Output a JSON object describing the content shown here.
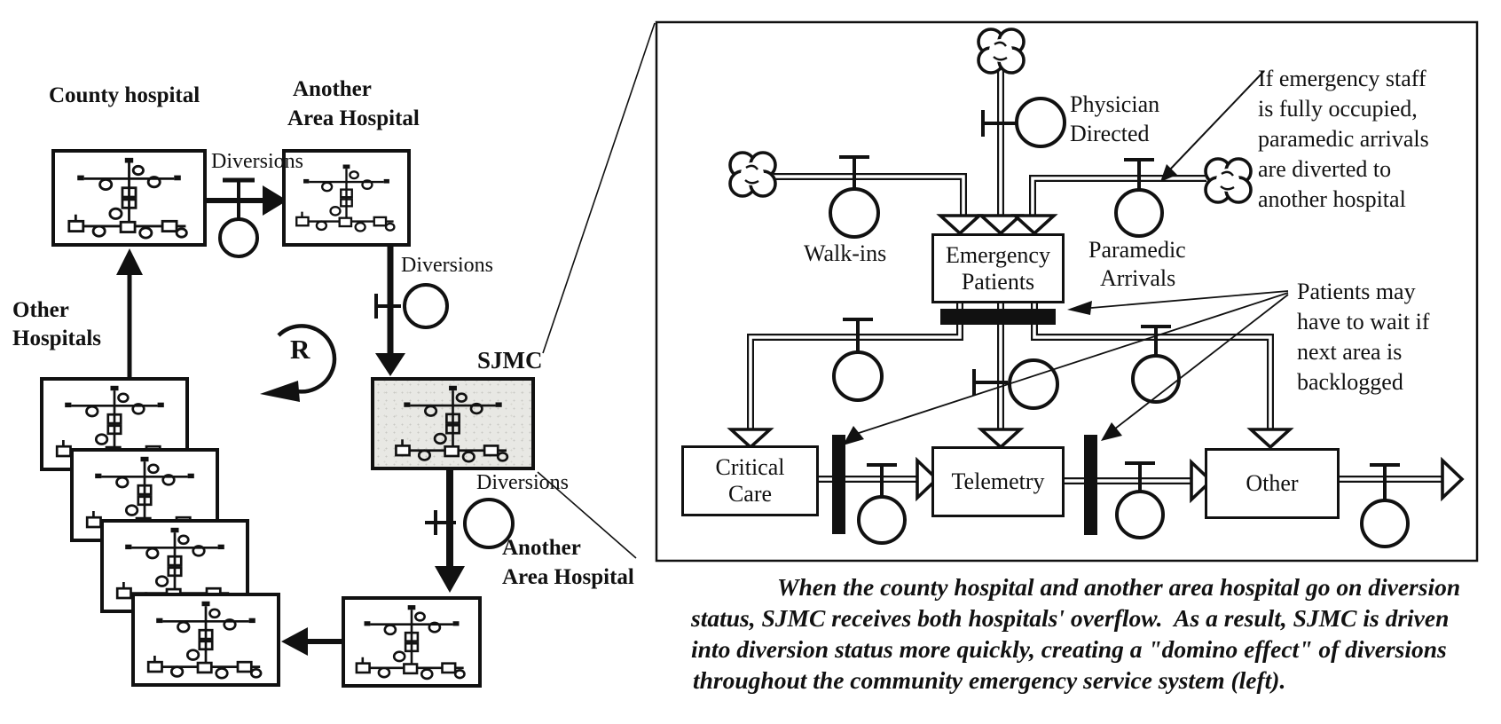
{
  "left_diagram": {
    "county_hospital_label": "County hospital",
    "another_area_hospital_top": [
      "Another",
      "Area Hospital"
    ],
    "diversions_top": "Diversions",
    "diversions_middle": "Diversions",
    "diversions_bottom": "Diversions",
    "sjmc_label": "SJMC",
    "another_area_hospital_bottom": [
      "Another",
      "Area Hospital"
    ],
    "other_hospitals": [
      "Other",
      "Hospitals"
    ],
    "reinforcing_loop_label": "R"
  },
  "detail_panel": {
    "physician_directed": [
      "Physician",
      "Directed"
    ],
    "walk_ins": "Walk-ins",
    "paramedic_arrivals": [
      "Paramedic",
      "Arrivals"
    ],
    "emergency_patients": [
      "Emergency",
      "Patients"
    ],
    "critical_care": [
      "Critical",
      "Care"
    ],
    "telemetry": "Telemetry",
    "other": "Other",
    "staff_note": [
      "If emergency staff",
      "is fully occupied,",
      "paramedic arrivals",
      "are diverted to",
      "another hospital"
    ],
    "wait_note": [
      "Patients may",
      "have to wait if",
      "next area is",
      "backlogged"
    ]
  },
  "caption": {
    "lines": [
      "When the county hospital and another area hospital go on diversion",
      "status, SJMC receives both hospitals' overflow.  As a result, SJMC is driven",
      "into diversion status more quickly, creating a \"domino effect\" of diversions",
      "throughout the community emergency service system (left)."
    ]
  },
  "colors": {
    "ink": "#111111",
    "sjmc_fill": "#e8e8e4",
    "paper": "#ffffff"
  }
}
